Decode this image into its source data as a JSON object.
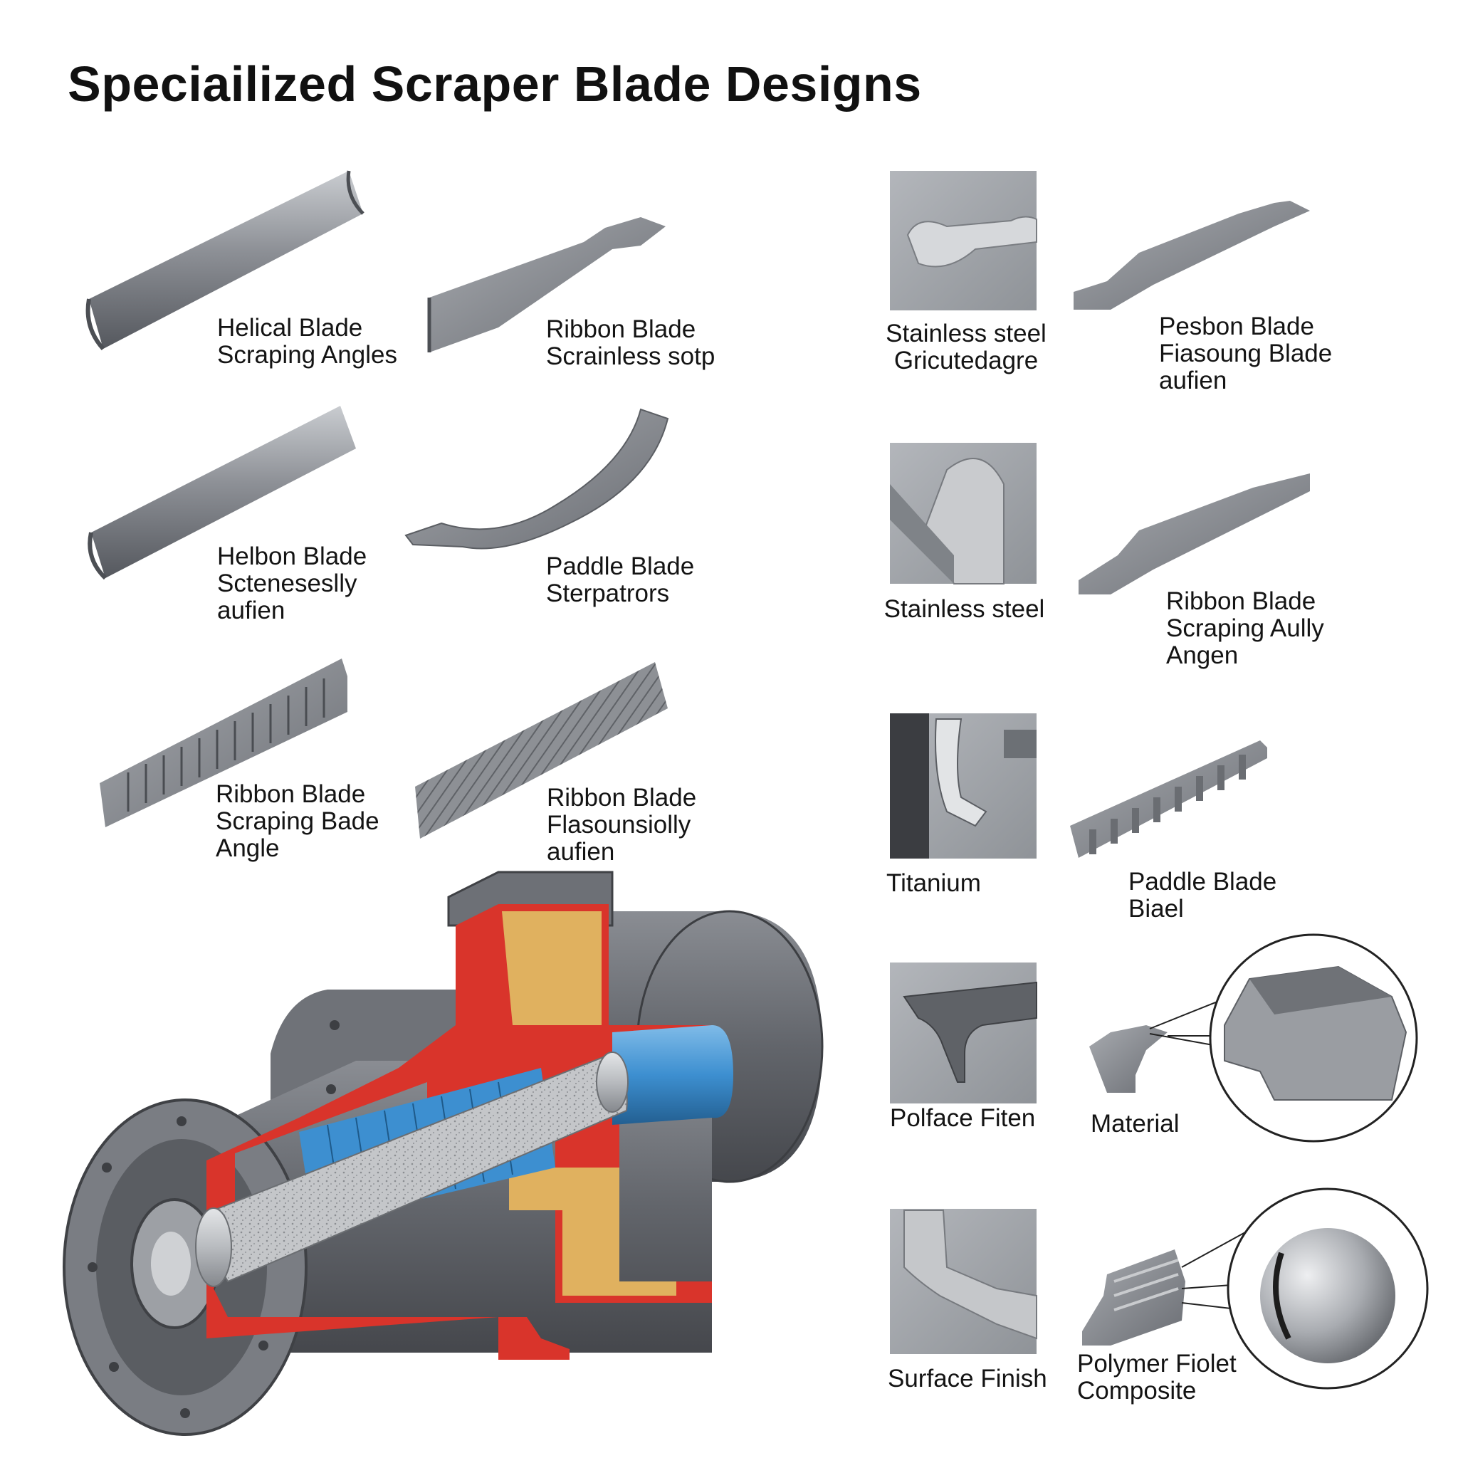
{
  "title": "Speciailized Scraper Blade Designs",
  "left_blades": [
    {
      "lines": [
        "Helical Blade",
        "Scraping Angles"
      ]
    },
    {
      "lines": [
        "Ribbon Blade",
        "Scrainless sotp"
      ]
    },
    {
      "lines": [
        "Helbon Blade",
        "Scteneseslly",
        "aufien"
      ]
    },
    {
      "lines": [
        "Paddle Blade",
        "Sterpatrors"
      ]
    },
    {
      "lines": [
        "Ribbon Blade",
        "Scraping Bade",
        "Angle"
      ]
    },
    {
      "lines": [
        "Ribbon Blade",
        "Flasounsiolly",
        "aufien"
      ]
    }
  ],
  "right_panels": [
    {
      "lines": [
        "Stainless steel",
        "Gricutedagre"
      ]
    },
    {
      "lines": [
        "Pesbon Blade",
        "Fiasoung Blade",
        "aufien"
      ]
    },
    {
      "lines": [
        "Stainless steel"
      ]
    },
    {
      "lines": [
        "Ribbon Blade",
        "Scraping Aully",
        "Angen"
      ]
    },
    {
      "lines": [
        "Titanium"
      ]
    },
    {
      "lines": [
        "Paddle Blade",
        "Biael"
      ]
    },
    {
      "lines": [
        "Polface Fiten"
      ]
    },
    {
      "lines": [
        "Material"
      ]
    },
    {
      "lines": [
        "Surface Finish"
      ]
    },
    {
      "lines": [
        "Polymer Fiolet",
        "Composite"
      ]
    }
  ],
  "colors": {
    "steel": "#8e9196",
    "steel_dark": "#5d6066",
    "housing": "#6b6e74",
    "cut_red": "#d9342b",
    "insulation": "#e0b15f",
    "rotor_blue": "#3d8fd0",
    "panel_bg": "#a6aab0"
  }
}
